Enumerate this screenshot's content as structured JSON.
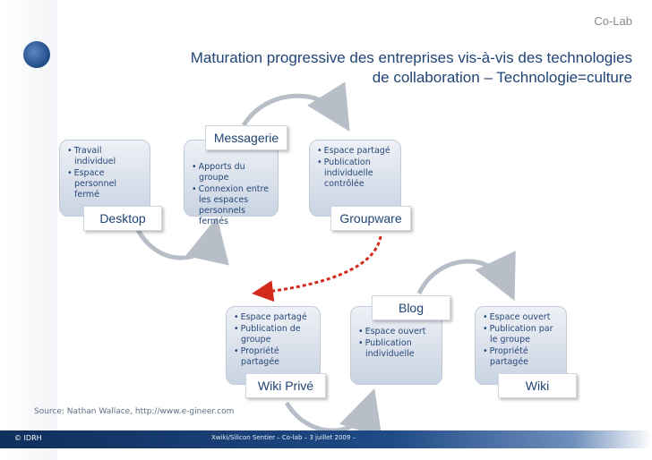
{
  "brand": "Co-Lab",
  "title_line1": "Maturation progressive des entreprises vis-à-vis des technologies",
  "title_line2": "de collaboration – Technologie=culture",
  "stages": {
    "desktop": {
      "label": "Desktop",
      "items": [
        "Travail individuel",
        "Espace personnel fermé"
      ]
    },
    "messagerie": {
      "label": "Messagerie",
      "items": [
        "Apports du groupe",
        "Connexion entre les espaces personnels fermés"
      ]
    },
    "groupware": {
      "label": "Groupware",
      "items": [
        "Espace partagé",
        "Publication individuelle contrôlée"
      ]
    },
    "wiki_prive": {
      "label": "Wiki Privé",
      "items": [
        "Espace partagé",
        "Publication de groupe",
        "Propriété partagée"
      ]
    },
    "blog": {
      "label": "Blog",
      "items": [
        "Espace ouvert",
        "Publication individuelle"
      ]
    },
    "wiki": {
      "label": "Wiki",
      "items": [
        "Espace ouvert",
        "Publication par le groupe",
        "Propriété partagée"
      ]
    }
  },
  "source": "Source: Nathan Wallace, http://www.e-gineer.com",
  "footer": {
    "copyright": "© IDRH",
    "center": "Xwiki/Silicon Sentier – Co-lab – 3 juillet 2009 –"
  },
  "colors": {
    "arrow_grey": "#b7bec8",
    "arrow_red": "#d42a1c",
    "footer_blue": "#1f4a86"
  }
}
